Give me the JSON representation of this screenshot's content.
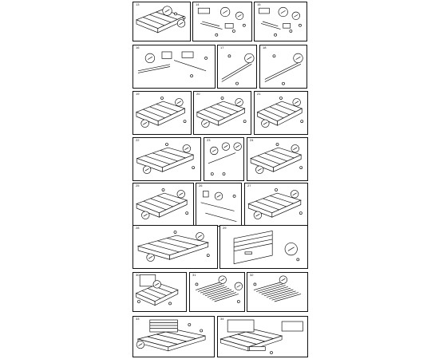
{
  "sheet": {
    "background": "#ffffff",
    "ink": "#111111"
  },
  "panels": [
    {
      "step": "13",
      "scene": "frame-corner"
    },
    {
      "step": "14",
      "scene": "hardware"
    },
    {
      "step": "15",
      "scene": "hardware"
    },
    {
      "step": "16",
      "scene": "side-rail"
    },
    {
      "step": "17",
      "scene": "slat-bar"
    },
    {
      "step": "18",
      "scene": "slat-bar"
    },
    {
      "step": "19",
      "scene": "frame-iso"
    },
    {
      "step": "20",
      "scene": "frame-iso"
    },
    {
      "step": "21",
      "scene": "frame-iso"
    },
    {
      "step": "22",
      "scene": "frame-iso"
    },
    {
      "step": "23",
      "scene": "legs"
    },
    {
      "step": "24",
      "scene": "frame-iso"
    },
    {
      "step": "25",
      "scene": "frame-iso"
    },
    {
      "step": "26",
      "scene": "drawer-rails"
    },
    {
      "step": "27",
      "scene": "frame-iso"
    },
    {
      "step": "28",
      "scene": "frame-iso"
    },
    {
      "step": "29",
      "scene": "headboard"
    },
    {
      "step": "30",
      "scene": "bed-headboard"
    },
    {
      "step": "31",
      "scene": "slats"
    },
    {
      "step": "32",
      "scene": "slats-flat"
    },
    {
      "step": "33",
      "scene": "bed-final"
    },
    {
      "step": "34",
      "scene": "bed-drawer"
    }
  ]
}
